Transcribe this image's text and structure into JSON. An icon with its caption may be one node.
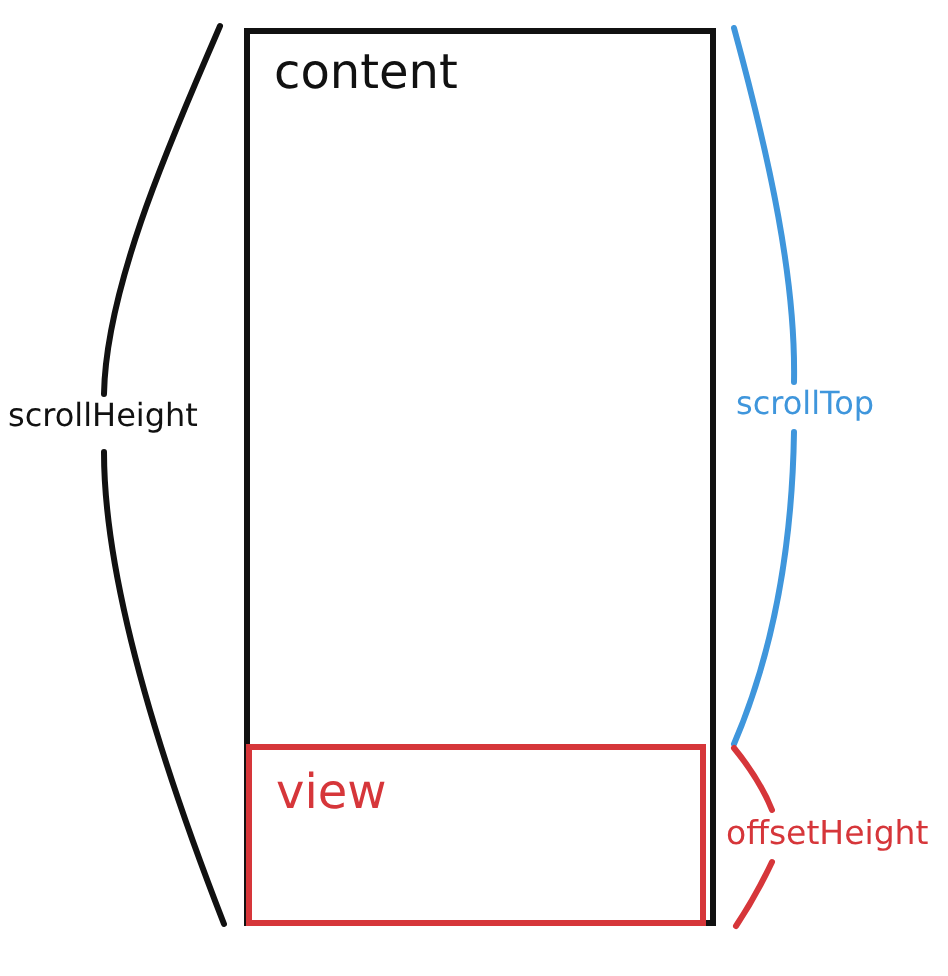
{
  "diagram": {
    "nodes": [
      {
        "text": [
          "content"
        ]
      },
      {
        "text": [
          "view"
        ],
        "in": 0
      }
    ],
    "labels": [
      "scrollHeight",
      "scrollTop",
      "offsetHeight"
    ]
  }
}
